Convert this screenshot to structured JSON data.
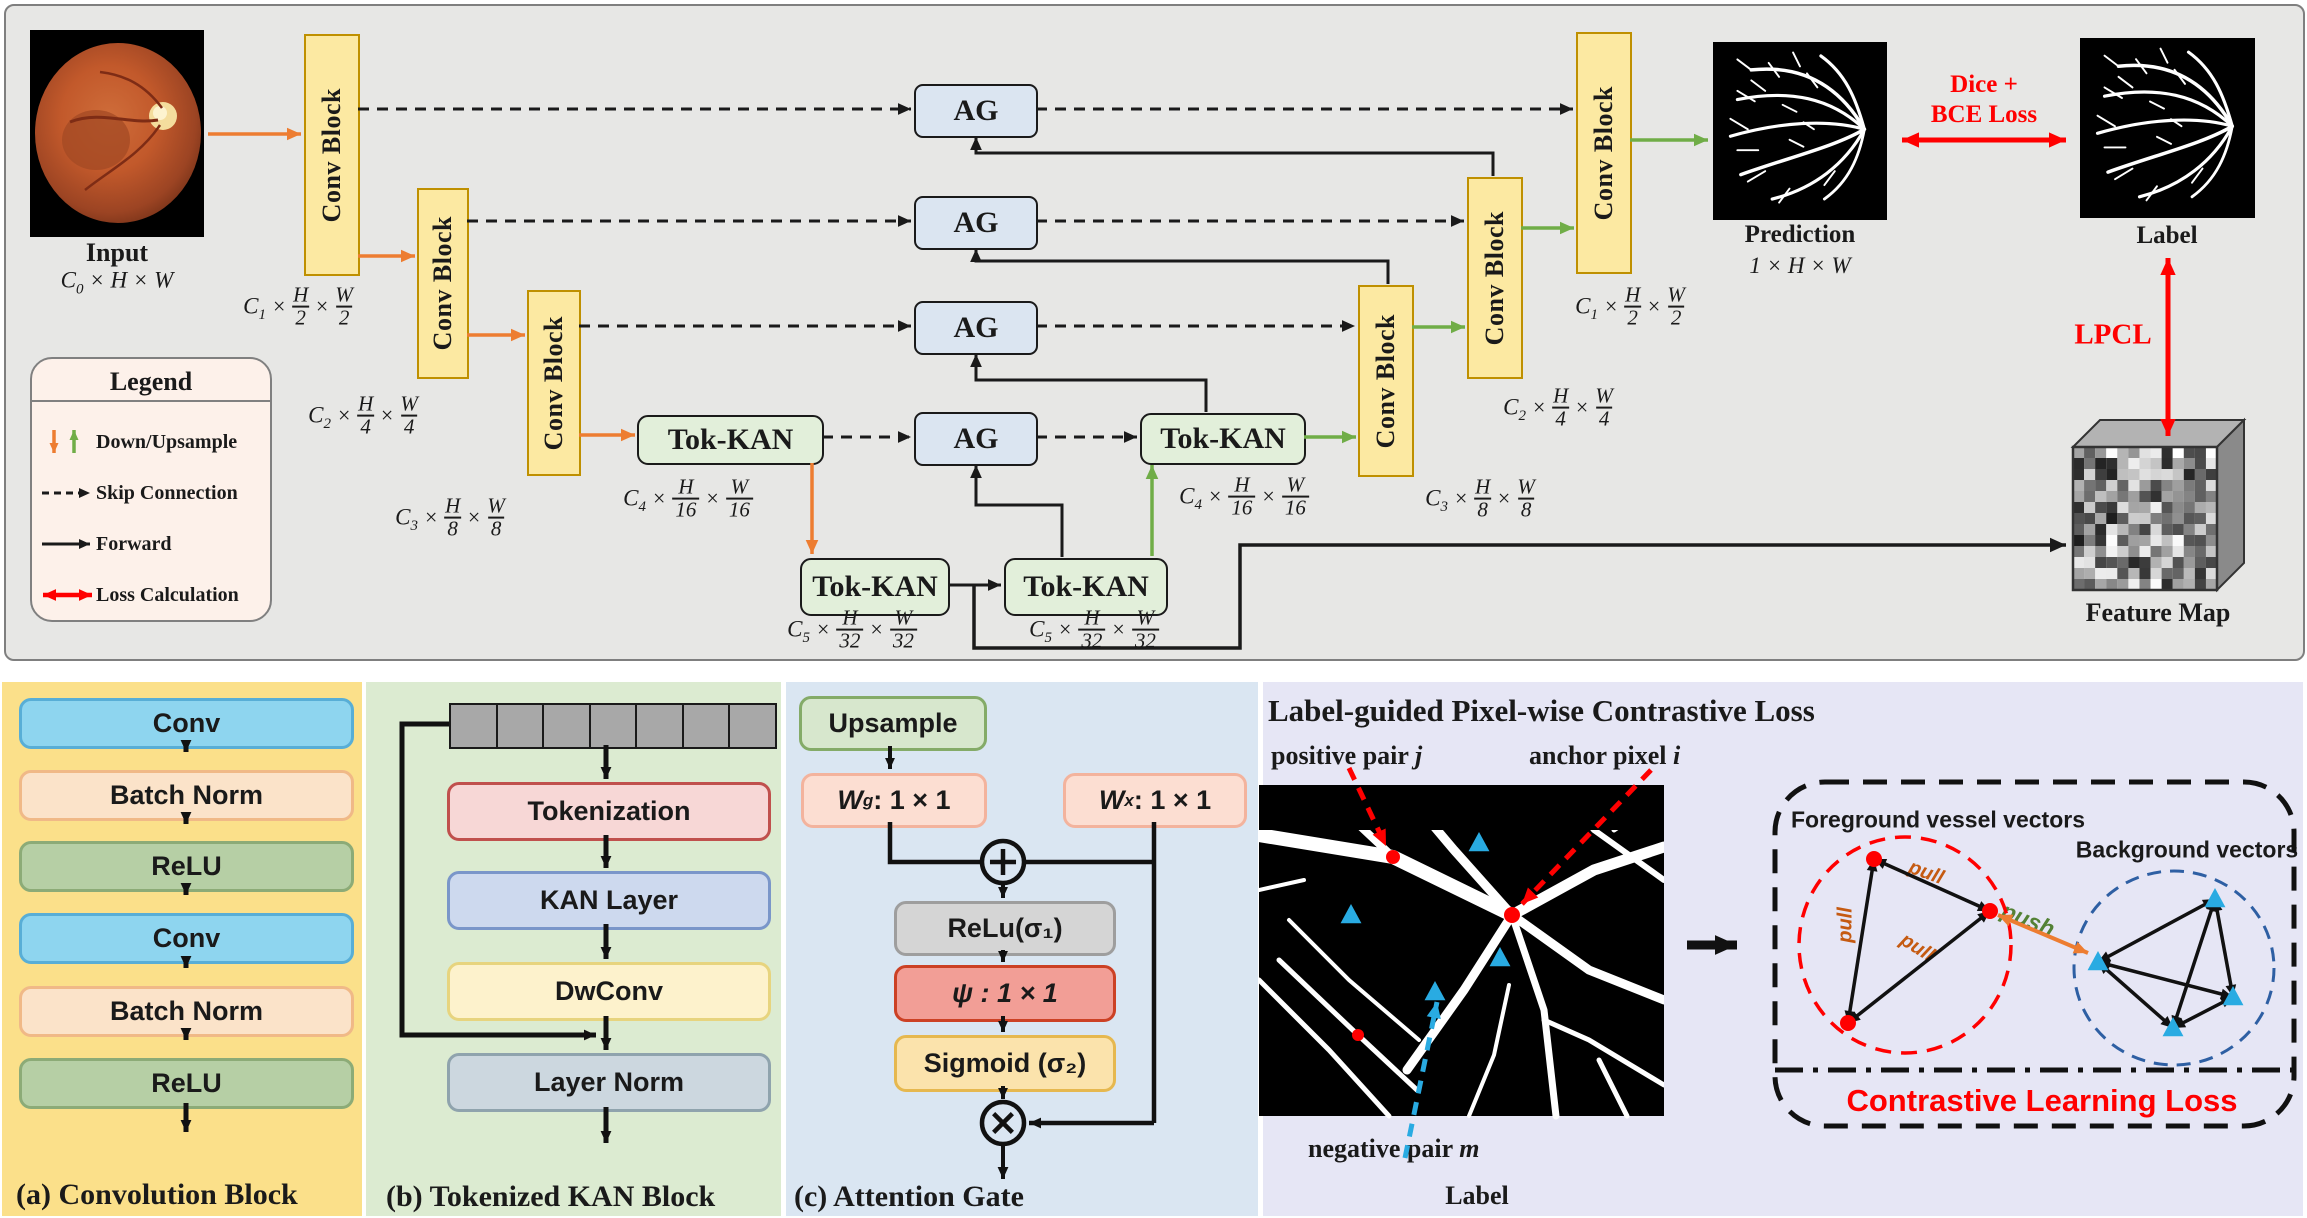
{
  "blocks": {
    "conv_block": "Conv Block",
    "tok_kan": "Tok-KAN",
    "ag": "AG"
  },
  "input": {
    "caption": "Input",
    "dims": {
      "base": "C",
      "sub": "0",
      "rest": " × H × W"
    }
  },
  "prediction": {
    "caption": "Prediction",
    "dims": "1 × H × W"
  },
  "ground_truth": {
    "caption": "Label"
  },
  "feature_map": {
    "caption": "Feature Map"
  },
  "losses": {
    "dice_line1": "Dice +",
    "dice_line2": "BCE Loss",
    "lpcl": "LPCL"
  },
  "legend": {
    "title": "Legend",
    "items": [
      {
        "icon": "downsample-upsample-arrows",
        "label": "Down/Upsample"
      },
      {
        "icon": "skip-connection-arrow",
        "label": "Skip Connection"
      },
      {
        "icon": "forward-arrow",
        "label": "Forward"
      },
      {
        "icon": "loss-calculation-arrow",
        "label": "Loss Calculation"
      }
    ]
  },
  "dim_labels": [
    {
      "c": "C",
      "sub": "1",
      "n1": "H",
      "d1": "2",
      "n2": "W",
      "d2": "2"
    },
    {
      "c": "C",
      "sub": "2",
      "n1": "H",
      "d1": "4",
      "n2": "W",
      "d2": "4"
    },
    {
      "c": "C",
      "sub": "3",
      "n1": "H",
      "d1": "8",
      "n2": "W",
      "d2": "8"
    },
    {
      "c": "C",
      "sub": "4",
      "n1": "H",
      "d1": "16",
      "n2": "W",
      "d2": "16"
    },
    {
      "c": "C",
      "sub": "5",
      "n1": "H",
      "d1": "32",
      "n2": "W",
      "d2": "32"
    },
    {
      "c": "C",
      "sub": "5",
      "n1": "H",
      "d1": "32",
      "n2": "W",
      "d2": "32"
    },
    {
      "c": "C",
      "sub": "4",
      "n1": "H",
      "d1": "16",
      "n2": "W",
      "d2": "16"
    },
    {
      "c": "C",
      "sub": "3",
      "n1": "H",
      "d1": "8",
      "n2": "W",
      "d2": "8"
    },
    {
      "c": "C",
      "sub": "2",
      "n1": "H",
      "d1": "4",
      "n2": "W",
      "d2": "4"
    },
    {
      "c": "C",
      "sub": "1",
      "n1": "H",
      "d1": "2",
      "n2": "W",
      "d2": "2"
    }
  ],
  "panel_a": {
    "caption": "(a) Convolution Block",
    "layers": [
      {
        "label": "Conv",
        "type": "conv"
      },
      {
        "label": "Batch Norm",
        "type": "bn"
      },
      {
        "label": "ReLU",
        "type": "relu"
      },
      {
        "label": "Conv",
        "type": "conv"
      },
      {
        "label": "Batch Norm",
        "type": "bn"
      },
      {
        "label": "ReLU",
        "type": "relu"
      }
    ],
    "colors": {
      "conv": [
        "#8ed5ef",
        "#58aed6"
      ],
      "bn": [
        "#fbe3c9",
        "#f0b987"
      ],
      "relu": [
        "#b6cfa5",
        "#8cab77"
      ]
    }
  },
  "panel_b": {
    "caption": "(b) Tokenized KAN Block",
    "token_cells": 7,
    "layers": [
      {
        "label": "Tokenization",
        "bg": "#f7d7d6",
        "border": "#c0504d"
      },
      {
        "label": "KAN Layer",
        "bg": "#cdd9ee",
        "border": "#7a96c9"
      },
      {
        "label": "DwConv",
        "bg": "#fdf2cc",
        "border": "#e7d47e"
      },
      {
        "label": "Layer Norm",
        "bg": "#ccd7df",
        "border": "#8fa3ad"
      }
    ]
  },
  "panel_c": {
    "caption": "(c) Attention Gate",
    "upsample": "Upsample",
    "wg": {
      "base": "W",
      "sub": "g",
      "rest": ": 1 × 1"
    },
    "wx": {
      "base": "W",
      "sub": "x",
      "rest": ": 1 × 1"
    },
    "relu": "ReLu(σ₁)",
    "psi": "ψ : 1 × 1",
    "sigmoid": "Sigmoid (σ₂)"
  },
  "panel_d": {
    "title": "Label-guided Pixel-wise Contrastive Loss",
    "positive": {
      "text": "positive pair ",
      "var": "j"
    },
    "anchor": {
      "text": "anchor pixel ",
      "var": "i"
    },
    "negative": {
      "text": "negative pair ",
      "var": "m"
    },
    "label_caption": "Label",
    "foreground": "Foreground vessel vectors",
    "background": "Background vectors",
    "pull": "pull",
    "push": "push",
    "contrastive": "Contrastive Learning Loss"
  },
  "colors": {
    "downsample": "#ed7d31",
    "upsample": "#70ad47",
    "loss": "#ff0000",
    "line": "#1a1a1a",
    "positive_marker": "#ff0000",
    "negative_marker": "#29abe2",
    "pull_text": "#c55a11",
    "push_text": "#538135"
  }
}
